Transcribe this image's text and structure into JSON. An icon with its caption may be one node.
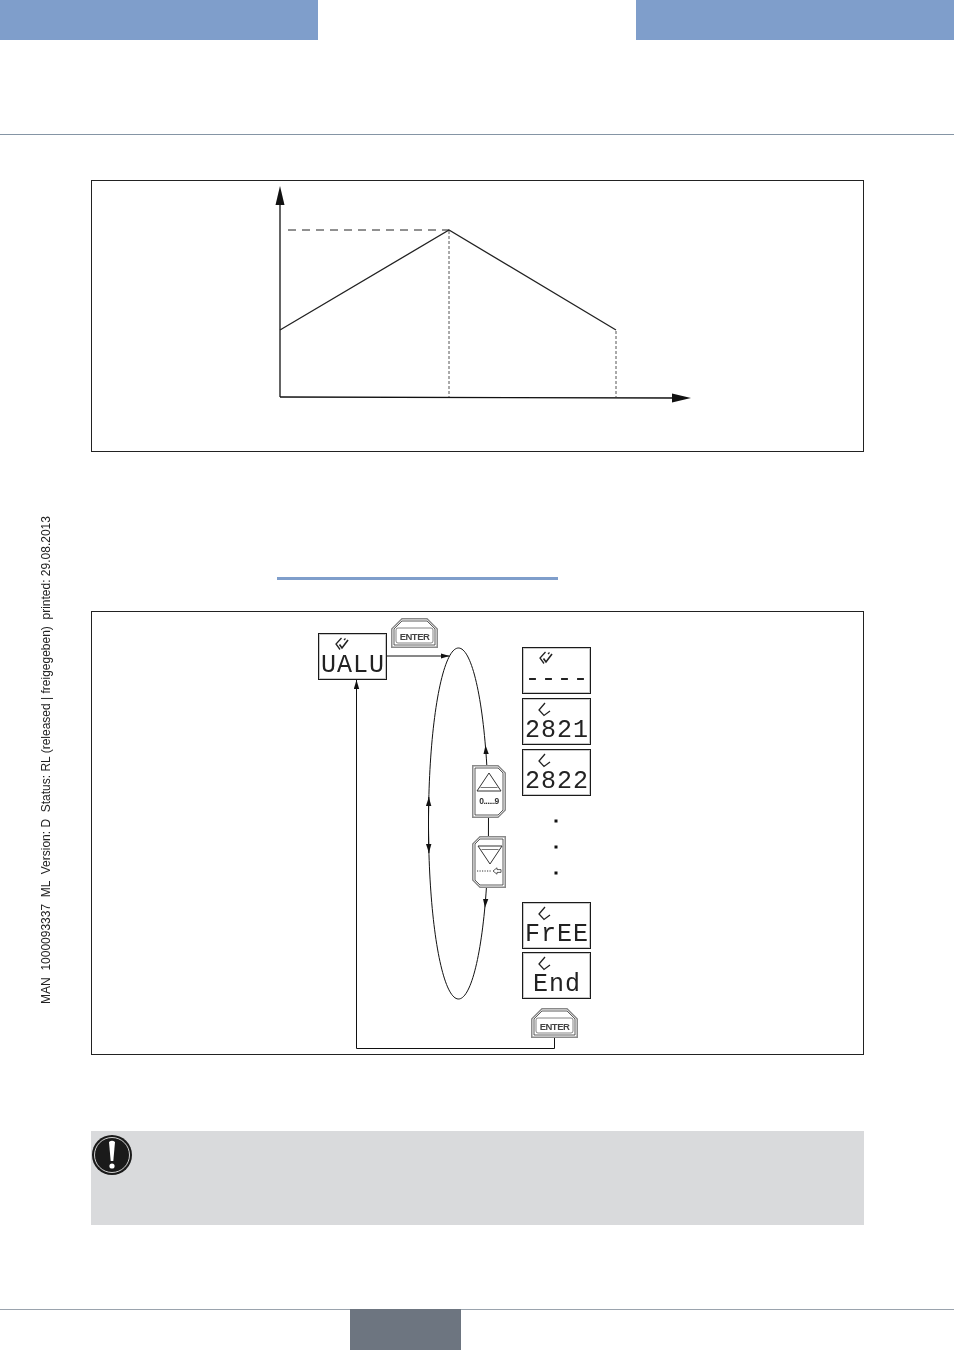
{
  "diagram": {
    "nodes": [
      {
        "text": [
          "UALU"
        ]
      },
      {
        "text": [
          "----"
        ]
      },
      {
        "text": [
          "2821"
        ]
      },
      {
        "text": [
          "2822"
        ]
      },
      {
        "text": [
          "0......9"
        ]
      },
      {
        "text": [],
        "shape": "button"
      },
      {
        "text": [
          "FrEE"
        ]
      },
      {
        "text": [
          "End"
        ]
      },
      {
        "text": [
          "ENTER"
        ]
      }
    ],
    "edges": [
      {
        "from": 0,
        "to": null,
        "arrow": "to",
        "label": "ENTER"
      },
      {
        "from": 4,
        "to": null,
        "arrow": "to"
      },
      {
        "from": 4,
        "to": 5,
        "arrow": "none"
      },
      {
        "from": 5,
        "to": null,
        "arrow": "to"
      },
      {
        "from": 8,
        "to": 0,
        "arrow": "to"
      }
    ],
    "labels": [
      "MAN  1000093337  ML  Version: D  Status: RL (released | freigegeben)  printed: 29.08.2013"
    ]
  }
}
